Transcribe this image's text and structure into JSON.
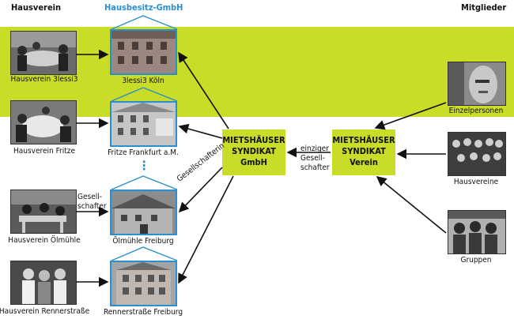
{
  "headers": {
    "left": "Hausverein",
    "middle": "Hausbesitz-GmbH",
    "right": "Mitglieder"
  },
  "hausvereine": [
    {
      "caption": "Hausverein 3lessi3"
    },
    {
      "caption": "Hausverein Fritze"
    },
    {
      "caption": "Hausverein Ölmühle"
    },
    {
      "caption": "Hausverein Rennerstraße"
    }
  ],
  "houses": [
    {
      "caption": "3lessi3 Köln"
    },
    {
      "caption": "Fritze Frankfurt a.M."
    },
    {
      "caption": "Ölmühle Freiburg"
    },
    {
      "caption": "Rennerstraße Freiburg"
    }
  ],
  "gmbh_box": {
    "line1": "MIETSHÄUSER",
    "line2": "SYNDIKAT",
    "line3": "GmbH"
  },
  "verein_box": {
    "line1": "MIETSHÄUSER",
    "line2": "SYNDIKAT",
    "line3": "Verein"
  },
  "members": [
    {
      "caption": "Einzelpersonen"
    },
    {
      "caption": "Hausvereine"
    },
    {
      "caption": "Gruppen"
    }
  ],
  "labels": {
    "gesellschafter_left_1": "Gesell-",
    "gesellschafter_left_2": "schafter",
    "gesellschafterin": "Gesellschafterin",
    "einziger_1": "einziger",
    "einziger_2": "Gesell-",
    "einziger_3": "schafter",
    "continuation": "⋮"
  },
  "colors": {
    "band": "#c8dc28",
    "accent_blue": "#2a8fd0",
    "arrow": "#111111"
  }
}
